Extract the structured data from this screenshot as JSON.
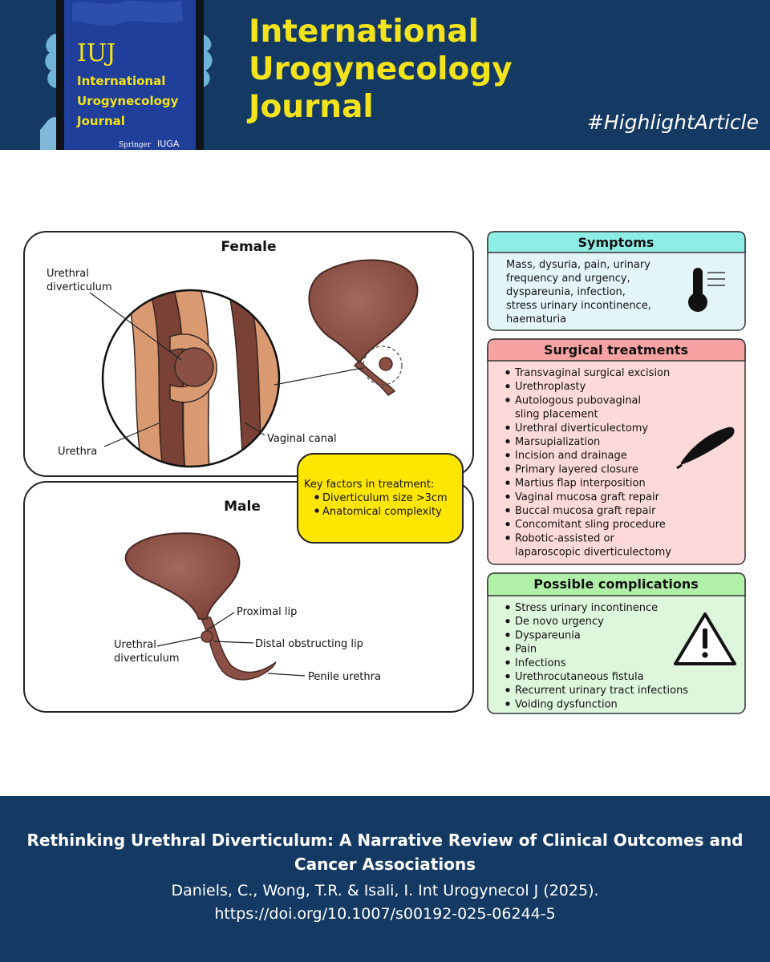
{
  "header": {
    "journal_title_lines": [
      "International",
      "Urogynecology",
      "Journal"
    ],
    "hashtag": "#HighlightArticle",
    "cover": {
      "abbreviation": "IUJ",
      "title_lines": [
        "International",
        "Urogynecology",
        "Journal"
      ],
      "publisher": "Springer",
      "society": "IUGA"
    }
  },
  "figure": {
    "female": {
      "heading": "Female",
      "labels": {
        "diverticulum_line1": "Urethral",
        "diverticulum_line2": "diverticulum",
        "urethra": "Urethra",
        "vaginal_canal": "Vaginal canal"
      }
    },
    "male": {
      "heading": "Male",
      "labels": {
        "proximal_lip": "Proximal lip",
        "distal_lip": "Distal obstructing lip",
        "diverticulum_line1": "Urethral",
        "diverticulum_line2": "diverticulum",
        "penile_urethra": "Penile urethra"
      }
    },
    "key_factors": {
      "heading": "Key factors in treatment:",
      "items": [
        "Diverticulum size >3cm",
        "Anatomical complexity"
      ]
    },
    "symptoms": {
      "heading": "Symptoms",
      "lines": [
        "Mass, dysuria, pain, urinary",
        "frequency and urgency,",
        "dyspareunia, infection,",
        "stress urinary incontinence,",
        "haematuria"
      ],
      "icon": "thermometer-icon"
    },
    "surgical": {
      "heading": "Surgical treatments",
      "lines": [
        {
          "bullet": true,
          "text": "Transvaginal surgical excision"
        },
        {
          "bullet": true,
          "text": "Urethroplasty"
        },
        {
          "bullet": true,
          "text": "Autologous pubovaginal"
        },
        {
          "bullet": false,
          "text": "sling placement"
        },
        {
          "bullet": true,
          "text": "Urethral diverticulectomy"
        },
        {
          "bullet": true,
          "text": "Marsupialization"
        },
        {
          "bullet": true,
          "text": "Incision and drainage"
        },
        {
          "bullet": true,
          "text": "Primary layered closure"
        },
        {
          "bullet": true,
          "text": "Martius flap interposition"
        },
        {
          "bullet": true,
          "text": "Vaginal mucosa graft repair"
        },
        {
          "bullet": true,
          "text": "Buccal mucosa graft repair"
        },
        {
          "bullet": true,
          "text": "Concomitant sling procedure"
        },
        {
          "bullet": true,
          "text": "Robotic-assisted or"
        },
        {
          "bullet": false,
          "text": "laparoscopic diverticulectomy"
        }
      ],
      "icon": "scalpel-icon"
    },
    "complications": {
      "heading": "Possible complications",
      "items": [
        "Stress urinary incontinence",
        "De novo urgency",
        "Dyspareunia",
        "Pain",
        "Infections",
        "Urethrocutaneous fistula",
        "Recurrent urinary tract infections",
        "Voiding dysfunction"
      ],
      "icon": "warning-icon"
    }
  },
  "footer": {
    "title": "Rethinking Urethral Diverticulum: A Narrative Review of Clinical Outcomes and Cancer Associations",
    "citation": "Daniels, C., Wong, T.R. & Isali, I. Int Urogynecol J (2025).",
    "doi": "https://doi.org/10.1007/s00192-025-06244-5"
  },
  "colors": {
    "navy": "#143a64",
    "yellow_title": "#f2e31b",
    "symptoms_fill": "#e4f5f8",
    "symptoms_header": "#8eeee6",
    "surgical_fill": "#fdd9d9",
    "surgical_header": "#f8a3a3",
    "complications_fill": "#def6dc",
    "complications_header": "#b1f0a9",
    "key_factors_fill": "#ffe600",
    "tissue_brown": "#7a4236",
    "tissue_tan": "#d99a72",
    "organ": "#8a4f45"
  }
}
